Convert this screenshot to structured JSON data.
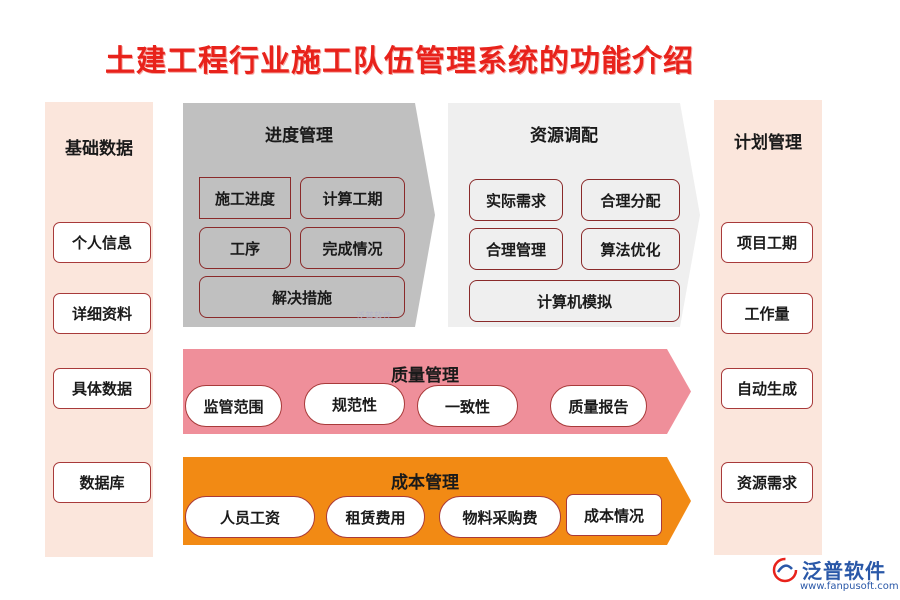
{
  "title": "土建工程行业施工队伍管理系统的功能介绍",
  "left_column": {
    "heading": "基础数据",
    "items": [
      "个人信息",
      "详细资料",
      "具体数据",
      "数据库"
    ]
  },
  "right_column": {
    "heading": "计划管理",
    "items": [
      "项目工期",
      "工作量",
      "自动生成",
      "资源需求"
    ]
  },
  "progress": {
    "heading": "进度管理",
    "items": [
      "施工进度",
      "计算工期",
      "工序",
      "完成情况",
      "解决措施"
    ],
    "fill": "#c0c0c0"
  },
  "resource": {
    "heading": "资源调配",
    "items": [
      "实际需求",
      "合理分配",
      "合理管理",
      "算法优化",
      "计算机模拟"
    ],
    "fill": "#efefef"
  },
  "quality": {
    "heading": "质量管理",
    "items": [
      "监管范围",
      "规范性",
      "一致性",
      "质量报告"
    ],
    "fill": "#ef8f9a"
  },
  "cost": {
    "heading": "成本管理",
    "items": [
      "人员工资",
      "租赁费用",
      "物料采购费",
      "成本情况"
    ],
    "fill": "#f28a14"
  },
  "watermark": "泛普软件",
  "logo": {
    "name": "泛普软件",
    "url": "www.fanpusoft.com"
  }
}
